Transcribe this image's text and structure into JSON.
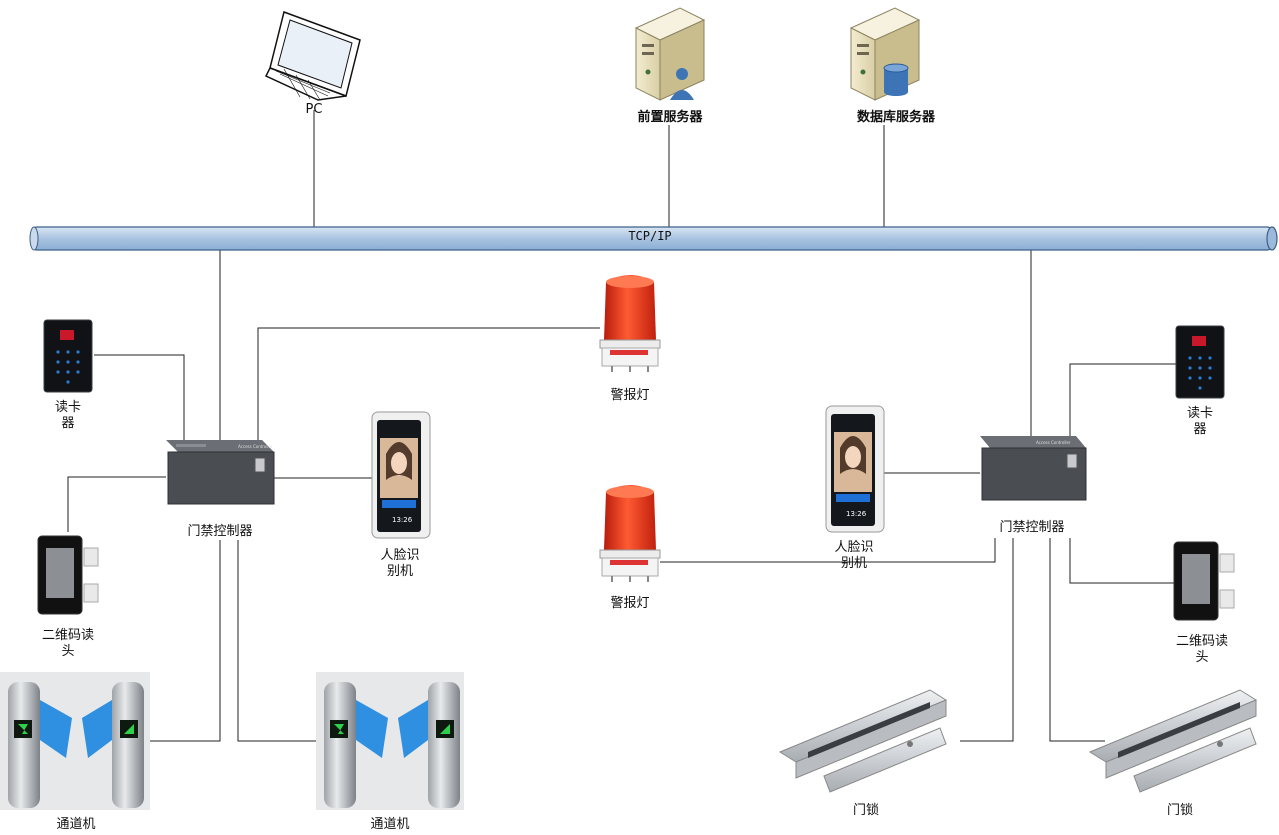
{
  "network": {
    "bus_label": "TCP/IP",
    "bus_color": "#bcd3ea"
  },
  "nodes": {
    "pc": "PC",
    "front_server": "前置服务器",
    "db_server": "数据库服务器",
    "left": {
      "card_reader": [
        "读卡",
        "器"
      ],
      "controller": "门禁控制器",
      "face": [
        "人脸识",
        "别机"
      ],
      "qr_reader": [
        "二维码读",
        "头"
      ],
      "gate_1": "通道机",
      "gate_2": "通道机"
    },
    "center": {
      "alarm_top": "警报灯",
      "alarm_bottom": "警报灯"
    },
    "right": {
      "card_reader": [
        "读卡",
        "器"
      ],
      "controller": "门禁控制器",
      "face": [
        "人脸识",
        "别机"
      ],
      "qr_reader": [
        "二维码读",
        "头"
      ],
      "lock_1": "门锁",
      "lock_2": "门锁"
    }
  },
  "colors": {
    "alarm_red": "#e8321e",
    "turnstile_blue": "#2f8fe0",
    "controller_gray": "#4a4d52"
  }
}
